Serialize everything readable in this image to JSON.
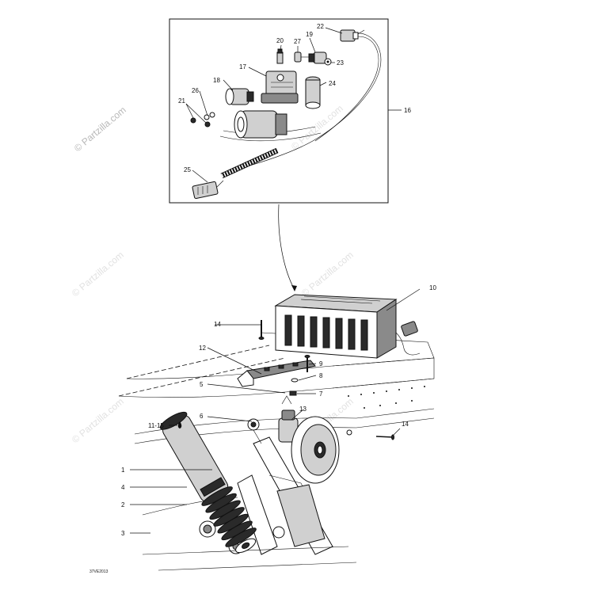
{
  "watermark": {
    "text": "© Partzilla.com"
  },
  "drawing_code": "37VE2013",
  "callouts": {
    "c1": "1",
    "c2": "2",
    "c3": "3",
    "c4": "4",
    "c5": "5",
    "c6": "6",
    "c7": "7",
    "c8": "8",
    "c9": "9",
    "c10": "10",
    "c11_15": "11-15",
    "c12": "12",
    "c13": "13",
    "c14a": "14",
    "c14b": "14",
    "c16": "16",
    "c17": "17",
    "c18": "18",
    "c19": "19",
    "c20": "20",
    "c21": "21",
    "c22": "22",
    "c23": "23",
    "c24": "24",
    "c25": "25",
    "c26": "26",
    "c27": "27"
  }
}
